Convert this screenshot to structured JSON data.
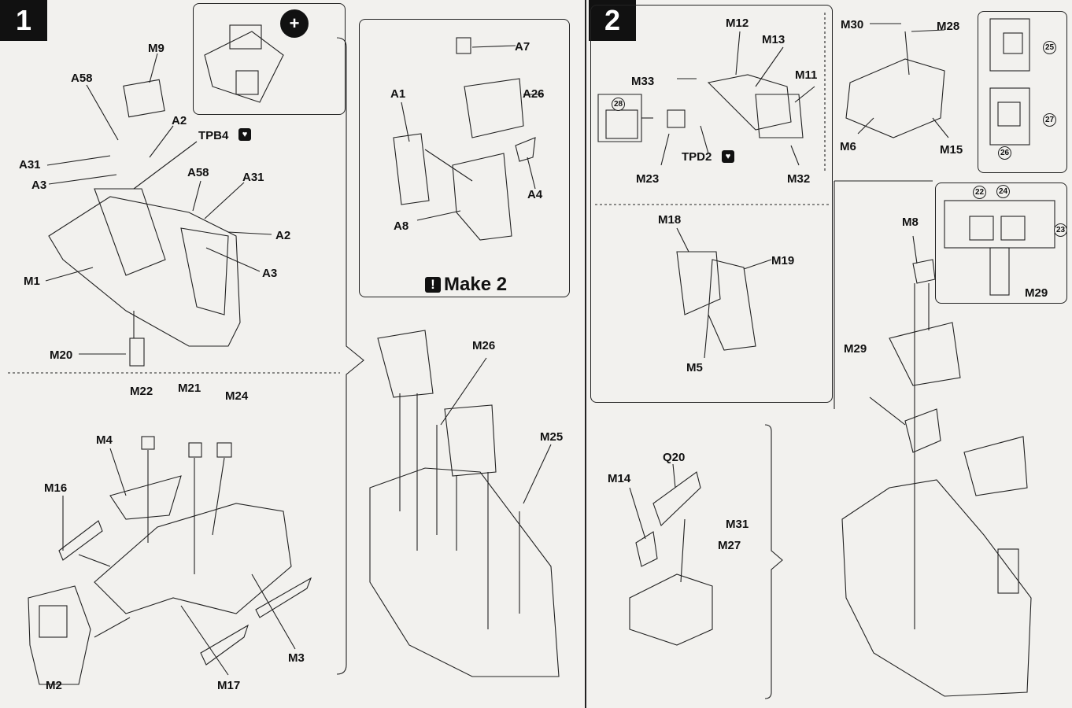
{
  "steps": [
    {
      "number": "1"
    },
    {
      "number": "2"
    }
  ],
  "step1": {
    "seat_panel": {
      "make_note": "Make 2",
      "labels": [
        "A7",
        "A1",
        "A26",
        "A4",
        "A8"
      ]
    },
    "labels": [
      "M9",
      "A58",
      "A2",
      "TPB4",
      "A31",
      "A3",
      "A58",
      "A31",
      "A2",
      "A3",
      "M1",
      "M20",
      "M22",
      "M21",
      "M24",
      "M4",
      "M16",
      "M2",
      "M17",
      "M3",
      "M26",
      "M25"
    ]
  },
  "step2": {
    "labels": [
      "M12",
      "M13",
      "M30",
      "M28",
      "M33",
      "M11",
      "M6",
      "M15",
      "TPD2",
      "M23",
      "M32",
      "M18",
      "M19",
      "M5",
      "M8",
      "M29",
      "Q20",
      "M14",
      "M31",
      "M27",
      "M29"
    ],
    "circled_numbers": [
      "28",
      "25",
      "27",
      "26",
      "22",
      "24",
      "23"
    ]
  },
  "colors": {
    "ink": "#111111",
    "paper": "#f2f1ee",
    "line": "#333333"
  },
  "icons": [
    "magnify-plus-icon",
    "broken-heart-icon",
    "exclamation-icon"
  ]
}
